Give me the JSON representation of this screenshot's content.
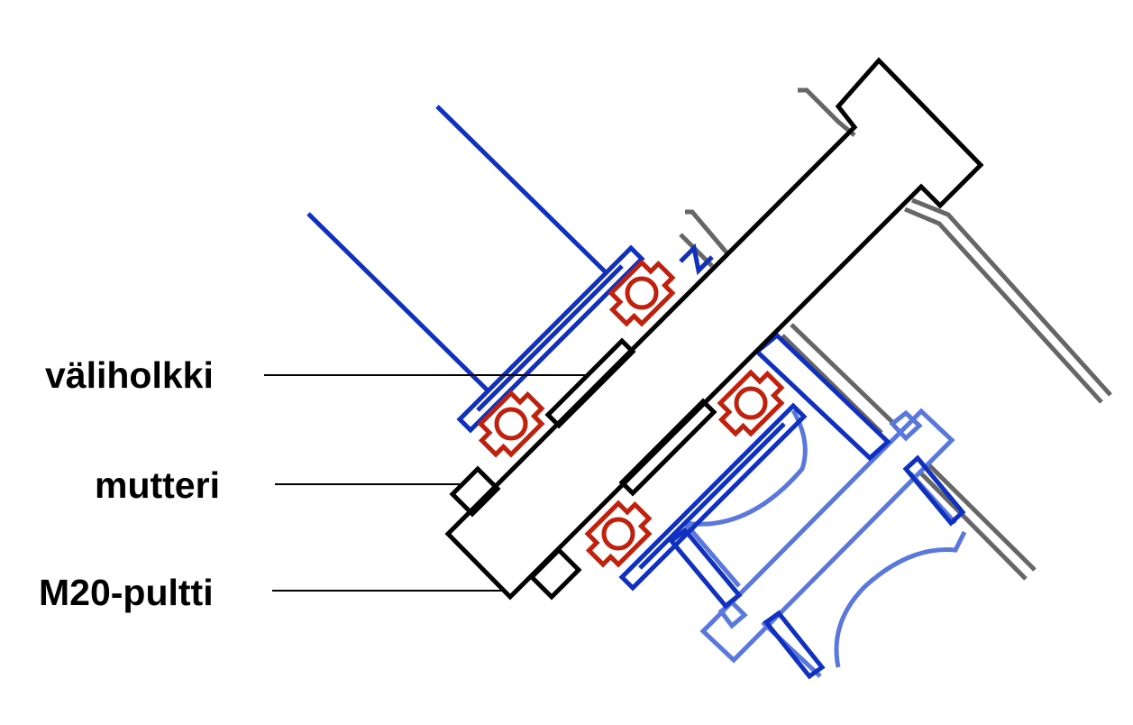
{
  "labels": {
    "spacer": "väliholkki",
    "nut": "mutteri",
    "bolt": "M20-pultti"
  },
  "colors": {
    "bolt": "#000000",
    "bearing": "#c0200c",
    "spacer_tube": "#1030c0",
    "flange": "#5070d8",
    "frame": "#666666"
  }
}
